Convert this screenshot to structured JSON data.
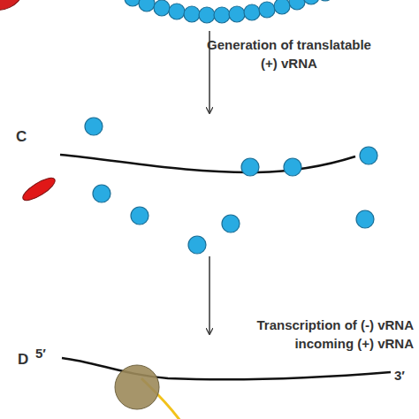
{
  "diagram": {
    "labels": [
      "Generation of translatable (+) vRNA",
      "C",
      "Transcription of (-) vRNA incoming (+) vRNA",
      "D",
      "5′",
      "3′"
    ]
  }
}
